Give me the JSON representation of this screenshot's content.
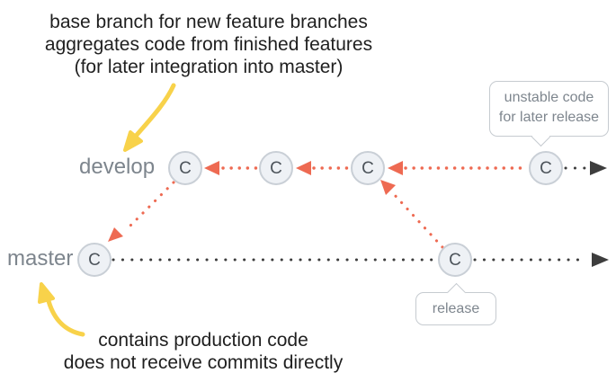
{
  "annotations": {
    "develop_note": {
      "line1": "base branch for new feature branches",
      "line2": "aggregates code from finished features",
      "line3": "(for later integration into master)"
    },
    "master_note": {
      "line1": "contains production code",
      "line2": "does not receive commits directly"
    }
  },
  "branches": {
    "develop": {
      "label": "develop",
      "commits": [
        "C",
        "C",
        "C",
        "C"
      ]
    },
    "master": {
      "label": "master",
      "commits": [
        "C",
        "C"
      ]
    }
  },
  "tooltips": {
    "unstable": {
      "line1": "unstable code",
      "line2": "for later release"
    },
    "release": {
      "label": "release"
    }
  },
  "colors": {
    "merge_arrow_red": "#ee6a52",
    "timeline_dark": "#3d3d3d",
    "highlight_arrow_yellow": "#f8d24a",
    "node_fill": "#eef1f5",
    "node_border": "#c9cfd6",
    "label_gray": "#7d858d",
    "tooltip_border": "#c6cbd0",
    "annotation_text": "#1f1f1f"
  },
  "icons": {
    "flow_arrowhead": "black right-pointing triangle",
    "merge_arrowhead": "red left-pointing triangle",
    "highlight_arrowhead": "yellow hand-drawn arrow"
  }
}
